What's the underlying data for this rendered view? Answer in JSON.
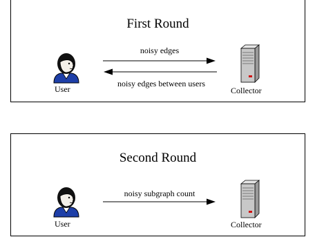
{
  "rounds": [
    {
      "title": "First Round",
      "user_label": "User",
      "collector_label": "Collector",
      "arrows": [
        {
          "label": "noisy edges",
          "direction": "right"
        },
        {
          "label": "noisy edges between users",
          "direction": "left"
        }
      ]
    },
    {
      "title": "Second Round",
      "user_label": "User",
      "collector_label": "Collector",
      "arrows": [
        {
          "label": "noisy subgraph count",
          "direction": "right"
        }
      ]
    }
  ],
  "icons": {
    "user": "user-avatar-icon",
    "collector": "server-tower-icon"
  },
  "colors": {
    "border": "#000000",
    "shirt": "#1e3fa8",
    "server": "#c8c8c8",
    "led": "#d01010"
  }
}
